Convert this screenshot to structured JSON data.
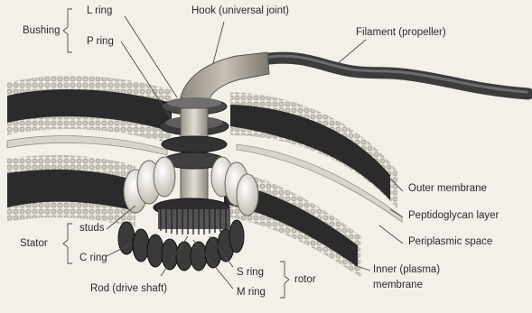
{
  "colors": {
    "background": "#f3f0ea",
    "membrane_bead": "#d9d6cc",
    "membrane_core": "#2b2b2b",
    "hook": "#a9a39a",
    "filament": "#3c3c3c",
    "label_line": "#4a4a4a"
  },
  "labels": {
    "bushing": "Bushing",
    "l_ring": "L ring",
    "p_ring": "P ring",
    "hook": "Hook (universal joint)",
    "filament": "Filament (propeller)",
    "outer_membrane": "Outer membrane",
    "peptidoglycan": "Peptidoglycan layer",
    "periplasmic": "Periplasmic space",
    "inner_membrane_1": "Inner (plasma)",
    "inner_membrane_2": "membrane",
    "stator": "Stator",
    "studs": "studs",
    "c_ring": "C ring",
    "rod": "Rod (drive shaft)",
    "s_ring": "S ring",
    "m_ring": "M ring",
    "rotor": "rotor"
  }
}
